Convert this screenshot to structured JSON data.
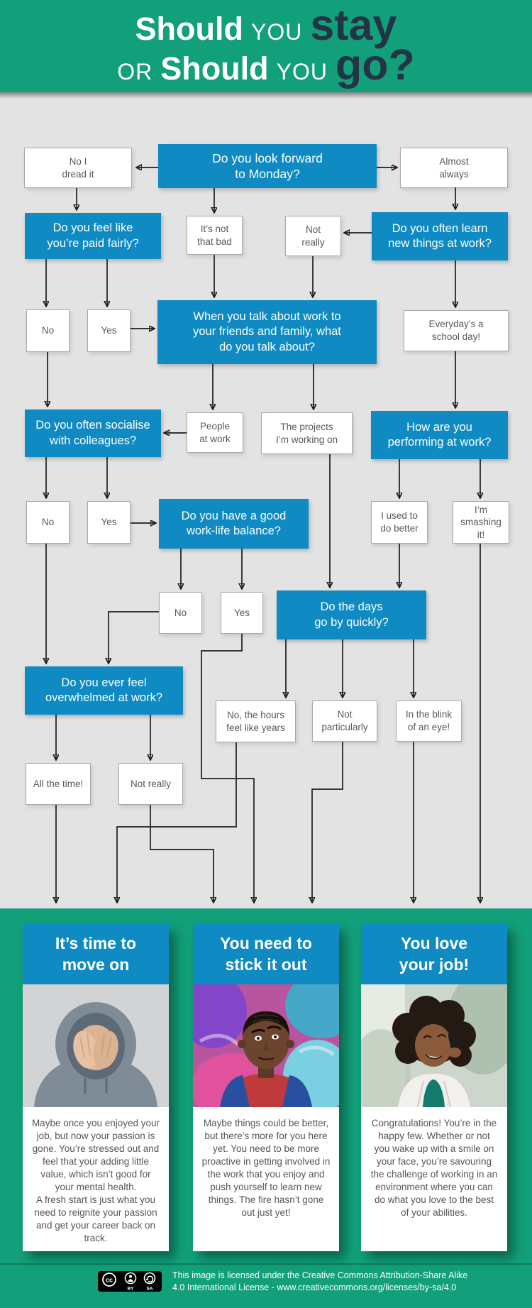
{
  "title": {
    "should1": "Should",
    "you1": "YOU",
    "stay": "stay",
    "or": "OR",
    "should2": "Should",
    "you2": "YOU",
    "go": "go?"
  },
  "flow": {
    "q_monday": "Do you look forward\nto Monday?",
    "a_no_dread": "No I\ndread it",
    "a_almost_always": "Almost\nalways",
    "q_paid_fairly": "Do you feel like\nyou’re paid fairly?",
    "a_not_that_bad": "It’s not\nthat bad",
    "a_not_really": "Not\nreally",
    "q_learn_new": "Do you often learn\nnew things at work?",
    "a_no_paid": "No",
    "a_yes_paid": "Yes",
    "q_talk_about": "When you talk about work to\nyour friends and family, what\ndo you talk about?",
    "a_school_day": "Everyday’s a\nschool day!",
    "q_socialise": "Do you often socialise\nwith colleagues?",
    "a_people_at_work": "People\nat work",
    "a_projects": "The projects\nI’m working on",
    "q_performing": "How are you\nperforming at work?",
    "a_no_social": "No",
    "a_yes_social": "Yes",
    "q_balance": "Do you have a good\nwork-life balance?",
    "a_used_to_better": "I used to\ndo better",
    "a_smashing": "I’m\nsmashing\nit!",
    "a_no_balance": "No",
    "a_yes_balance": "Yes",
    "q_days_quickly": "Do the days\ngo by quickly?",
    "q_overwhelmed": "Do you ever feel\noverwhelmed at work?",
    "a_hours_years": "No, the hours\nfeel like years",
    "a_not_particularly": "Not\nparticularly",
    "a_blink": "In the blink\nof an eye!",
    "a_all_the_time": "All the time!",
    "a_not_really_ow": "Not really"
  },
  "outcomes": [
    {
      "title": "It’s time to\nmove on",
      "photo": "man-covering-face",
      "body": "Maybe once you enjoyed your job, but now your passion is gone. You’re stressed out and feel that your adding little value, which isn’t good for your mental health.\nA fresh start is just what you need to reignite your passion and get your career back on track."
    },
    {
      "title": "You need to\nstick it out",
      "photo": "skeptical-man",
      "body": "Maybe things could be better, but there’s more for you here yet. You need to be more proactive in getting involved in the work that you enjoy and push yourself to learn new things. The fire hasn’t gone out just yet!"
    },
    {
      "title": "You love\nyour job!",
      "photo": "woman-on-phone",
      "body": "Congratulations! You’re in the happy few. Whether or not you wake up with a smile on your face, you’re savouring the challenge of working in an environment where you can do what you love to the best of your abilities."
    }
  ],
  "footer": {
    "cc_label": "cc",
    "by_label": "BY",
    "sa_label": "SA",
    "line1": "This image is licensed under the Creative Commons Attribution-Share Alike",
    "line2": "4.0 International License - www.creativecommons.org/licenses/by-sa/4.0"
  },
  "colors": {
    "green": "#12a07a",
    "blue": "#0f8ac2",
    "navy": "#233447",
    "background": "#e3e3e3"
  }
}
